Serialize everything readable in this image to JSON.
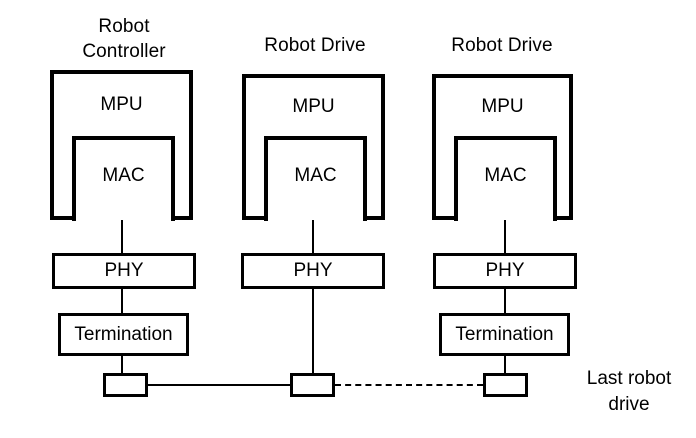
{
  "diagram": {
    "title": "Robot network topology: controller and drives with MPU/MAC, PHY, termination and bus connectors",
    "columns": [
      {
        "id": "robot-controller",
        "heading": "Robot\nController",
        "mpu_label": "MPU",
        "mac_label": "MAC",
        "phy_label": "PHY",
        "termination_label": "Termination",
        "has_termination": true
      },
      {
        "id": "robot-drive-1",
        "heading": "Robot Drive",
        "mpu_label": "MPU",
        "mac_label": "MAC",
        "phy_label": "PHY",
        "termination_label": "",
        "has_termination": false
      },
      {
        "id": "robot-drive-last",
        "heading": "Robot Drive",
        "mpu_label": "MPU",
        "mac_label": "MAC",
        "phy_label": "PHY",
        "termination_label": "Termination",
        "has_termination": true
      }
    ],
    "bus": {
      "segment_1_style": "solid",
      "segment_2_style": "dashed",
      "tail_label": "Last robot\ndrive"
    },
    "colors": {
      "stroke": "#000000",
      "background": "#ffffff",
      "text": "#000000"
    }
  }
}
